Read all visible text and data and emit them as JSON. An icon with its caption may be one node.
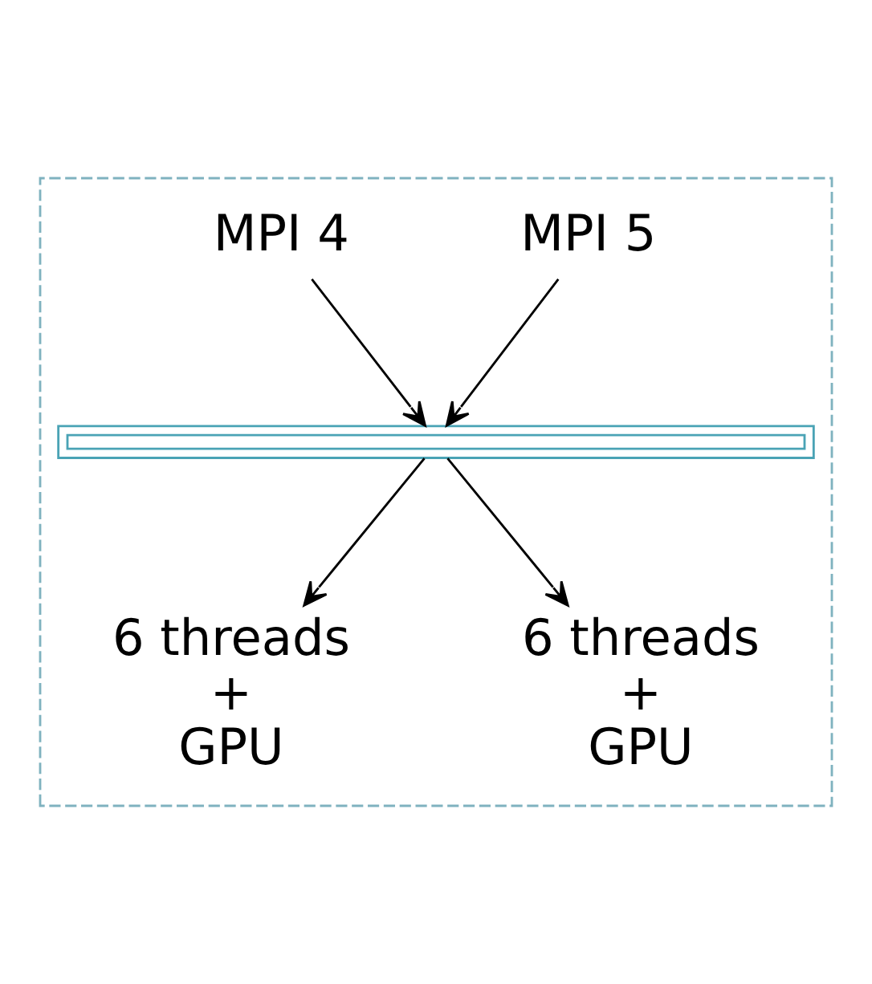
{
  "diagram": {
    "nodes": [
      {
        "text": [],
        "shape": "box"
      },
      {
        "text": [
          "MPI 4"
        ],
        "in": 0
      },
      {
        "text": [
          "MPI 5"
        ],
        "in": 0
      },
      {
        "text": [],
        "shape": "bar",
        "in": 0
      },
      {
        "text": [
          "6 threads + GPU"
        ],
        "in": 0
      },
      {
        "text": [
          "6 threads + GPU"
        ],
        "in": 0
      }
    ],
    "edges": [
      {
        "from": 1,
        "to": 3,
        "arrow": "to"
      },
      {
        "from": 2,
        "to": 3,
        "arrow": "to"
      },
      {
        "from": 3,
        "to": 4,
        "arrow": "to"
      },
      {
        "from": 3,
        "to": 5,
        "arrow": "to"
      }
    ]
  }
}
